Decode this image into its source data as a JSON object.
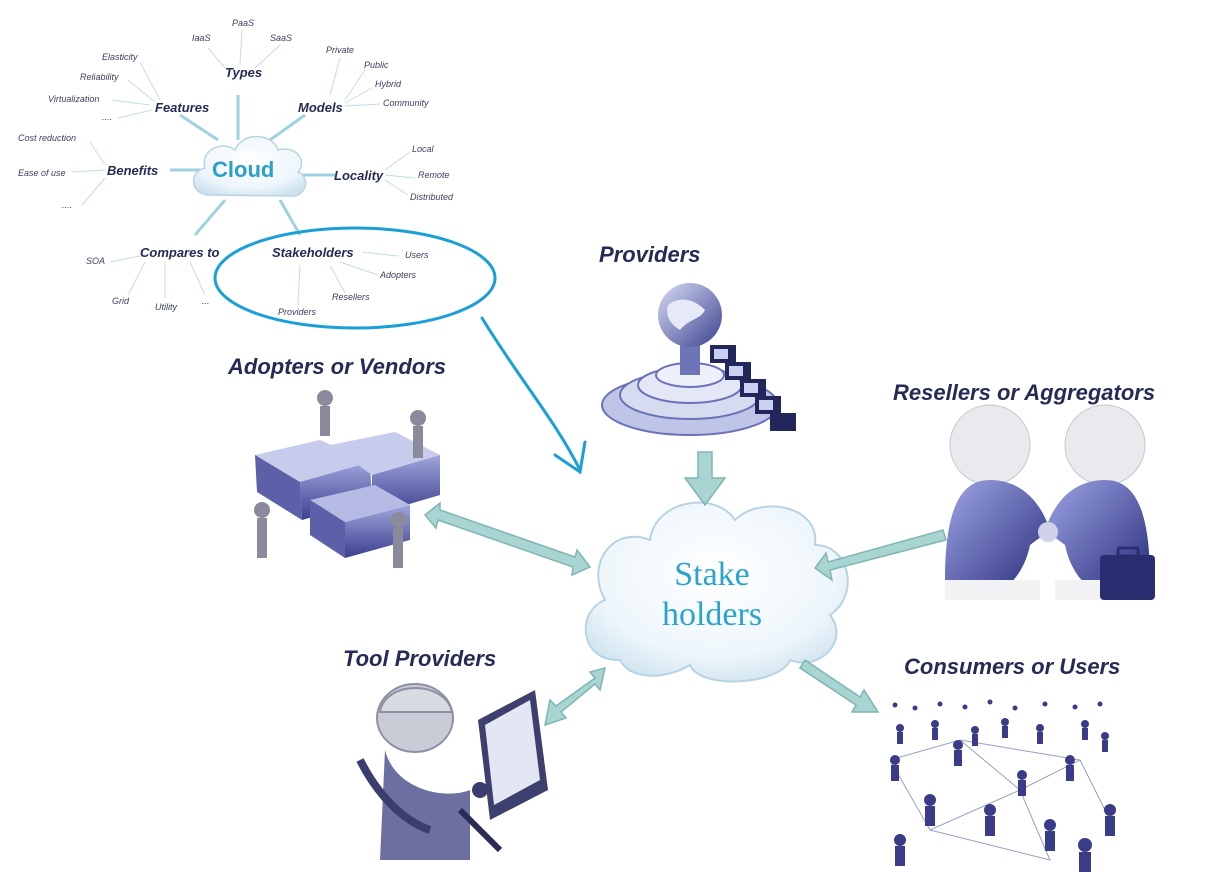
{
  "mindmap": {
    "center": "Cloud",
    "branches": [
      {
        "id": "types",
        "label": "Types",
        "leaves": [
          "IaaS",
          "PaaS",
          "SaaS"
        ]
      },
      {
        "id": "features",
        "label": "Features",
        "leaves": [
          "Elasticity",
          "Reliability",
          "Virtualization",
          "...."
        ]
      },
      {
        "id": "models",
        "label": "Models",
        "leaves": [
          "Private",
          "Public",
          "Hybrid",
          "Community"
        ]
      },
      {
        "id": "benefits",
        "label": "Benefits",
        "leaves": [
          "Cost reduction",
          "Ease of use",
          "...."
        ]
      },
      {
        "id": "locality",
        "label": "Locality",
        "leaves": [
          "Local",
          "Remote",
          "Distributed"
        ]
      },
      {
        "id": "compares",
        "label": "Compares to",
        "leaves": [
          "SOA",
          "Grid",
          "Utility",
          "..."
        ]
      },
      {
        "id": "stakeholders",
        "label": "Stakeholders",
        "leaves": [
          "Users",
          "Adopters",
          "Resellers",
          "Providers"
        ]
      }
    ]
  },
  "stakeholders": {
    "center": [
      "Stake",
      "holders"
    ],
    "groups": [
      {
        "id": "providers",
        "label": "Providers",
        "icon": "globe-server-icon"
      },
      {
        "id": "adopters",
        "label": "Adopters or Vendors",
        "icon": "puzzle-people-icon"
      },
      {
        "id": "resellers",
        "label": "Resellers or Aggregators",
        "icon": "handshake-icon"
      },
      {
        "id": "tools",
        "label": "Tool Providers",
        "icon": "worker-laptop-icon"
      },
      {
        "id": "consumers",
        "label": "Consumers or Users",
        "icon": "people-network-icon"
      }
    ]
  },
  "colors": {
    "label": "#252b55",
    "cyan": "#2aa0c9",
    "arrow_fill": "#a8d4d2",
    "arrow_stroke": "#7fb5b3",
    "figure": "#3d3e8c",
    "line": "#9fd2df"
  }
}
